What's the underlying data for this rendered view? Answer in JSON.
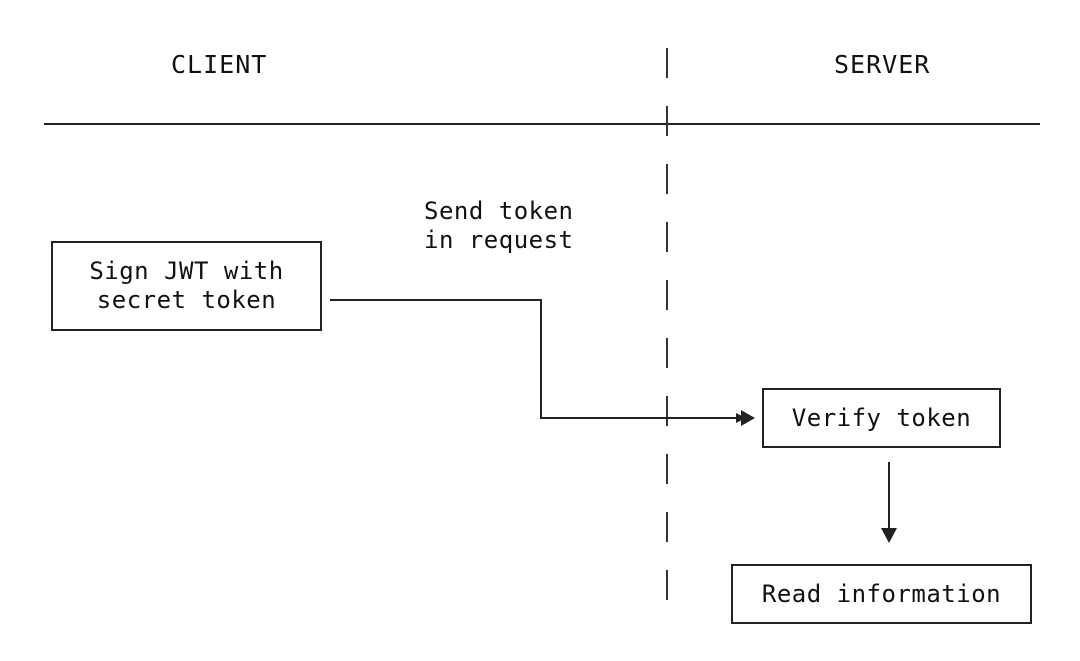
{
  "lanes": {
    "client": "CLIENT",
    "server": "SERVER"
  },
  "steps": {
    "sign": "Sign JWT with\nsecret token",
    "send": "Send token\nin request",
    "verify": "Verify token",
    "read": "Read information"
  },
  "colors": {
    "ink": "#222222",
    "background": "#ffffff"
  }
}
